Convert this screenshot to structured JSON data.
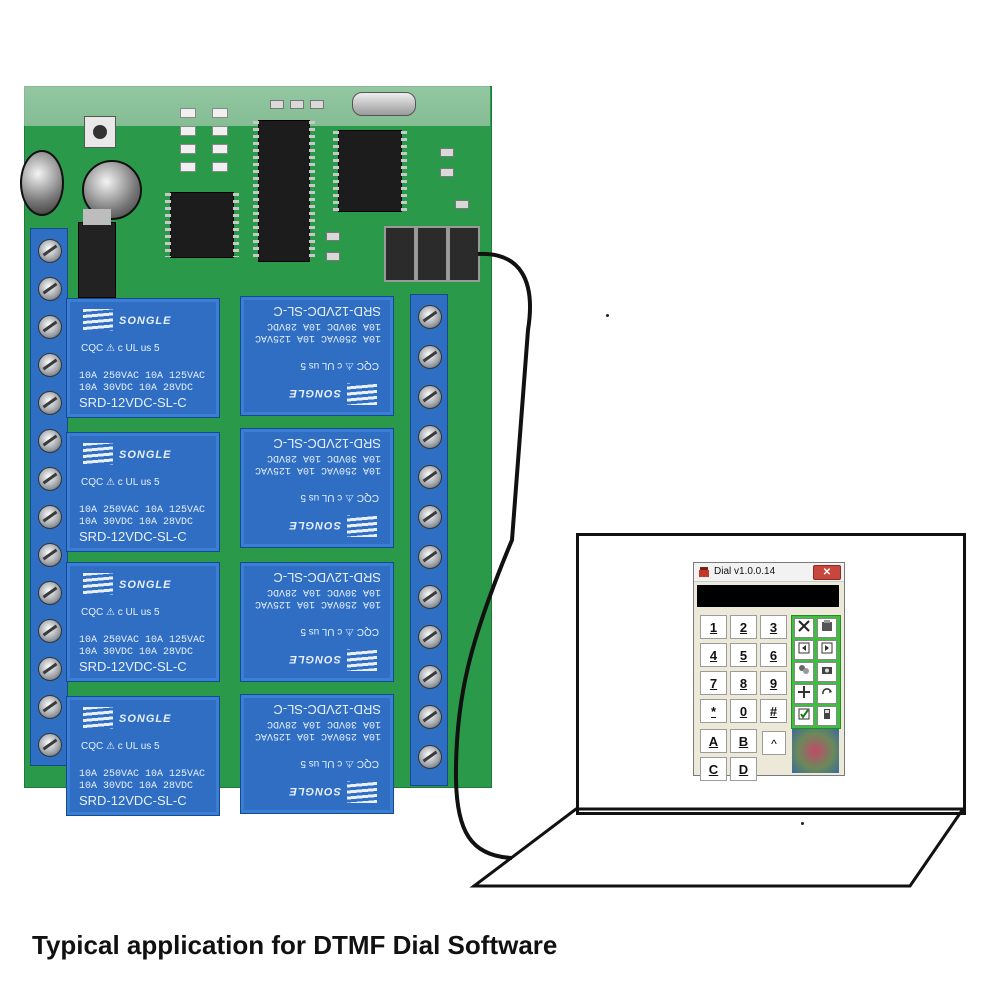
{
  "caption": "Typical application for DTMF Dial Software",
  "board": {
    "relay_brand": "SONGLE",
    "relay_spec_line1": "10A 250VAC 10A 125VAC",
    "relay_spec_line2": "10A 30VDC 10A 28VDC",
    "relay_model": "SRD-12VDC-SL-C",
    "relay_marks": "CQC ⚠ c UL us 5"
  },
  "dial_window": {
    "title": "Dial v1.0.0.14",
    "close_label": "✕",
    "keys": [
      "1",
      "2",
      "3",
      "4",
      "5",
      "6",
      "7",
      "8",
      "9",
      "*",
      "0",
      "#",
      "A",
      "B",
      "C",
      "D"
    ],
    "up_label": "^"
  },
  "colors": {
    "pcb": "#2a9a4a",
    "relay": "#2f6ec2",
    "panel_green": "#3fbf3f"
  },
  "icons": [
    "close-icon",
    "open-file-icon",
    "rewind-icon",
    "forward-icon",
    "contacts-icon",
    "camera-icon",
    "move-icon",
    "redial-icon",
    "checkbox-icon",
    "save-icon"
  ]
}
